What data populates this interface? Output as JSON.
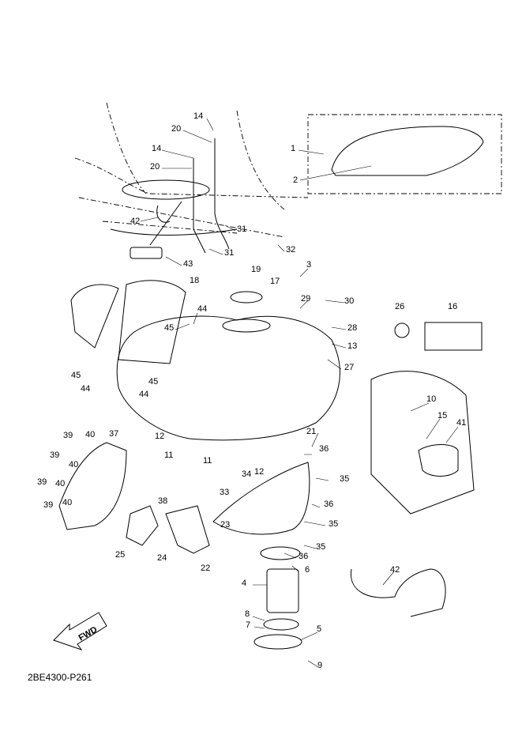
{
  "diagram_code": "2BE4300-P261",
  "fwd_label": "FWD",
  "callouts": [
    "14",
    "20",
    "14",
    "20",
    "1",
    "2",
    "42",
    "31",
    "31",
    "43",
    "32",
    "3",
    "19",
    "18",
    "17",
    "30",
    "29",
    "26",
    "16",
    "44",
    "45",
    "28",
    "13",
    "27",
    "45",
    "45",
    "44",
    "44",
    "10",
    "15",
    "41",
    "21",
    "12",
    "37",
    "40",
    "39",
    "11",
    "36",
    "11",
    "12",
    "39",
    "40",
    "34",
    "35",
    "39",
    "40",
    "36",
    "33",
    "38",
    "39",
    "40",
    "35",
    "23",
    "25",
    "24",
    "22",
    "35",
    "36",
    "6",
    "42",
    "4",
    "8",
    "7",
    "5",
    "9"
  ]
}
